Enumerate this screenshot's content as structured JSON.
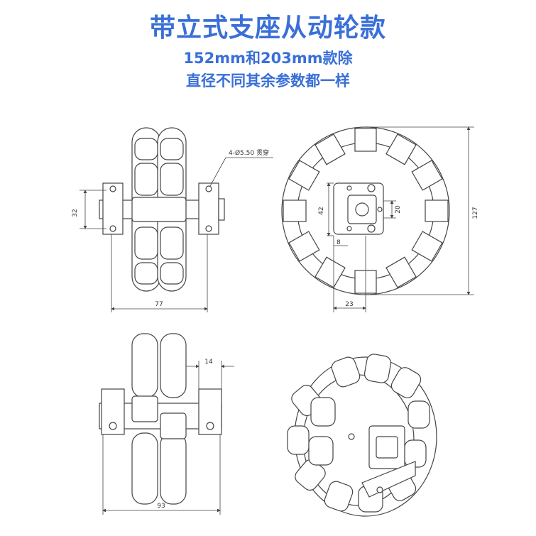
{
  "title": "带立式支座从动轮款",
  "subtitle_line1": "152mm和203mm款除",
  "subtitle_line2": "直径不同其余参数都一样",
  "colors": {
    "accent": "#3a6fd8",
    "line": "#444444"
  },
  "dimensions": {
    "side_height": "32",
    "side_width": "77",
    "hole_note": "4-Ø5.50 贯穿",
    "front_diameter": "127",
    "front_hub_height": "42",
    "front_hole_height": "20",
    "front_small": "8",
    "front_width": "23",
    "top_offset": "14",
    "top_width": "93"
  }
}
